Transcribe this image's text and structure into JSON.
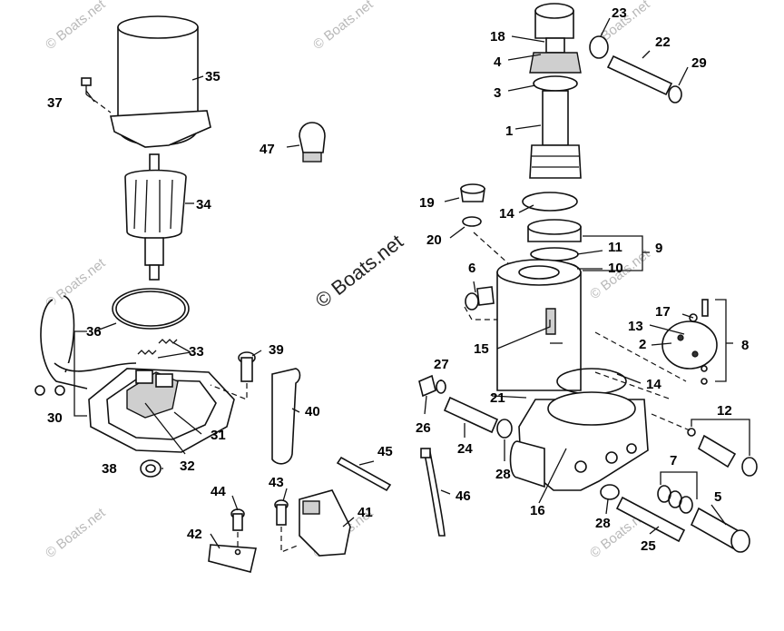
{
  "watermarks": {
    "main": "© Boats.net",
    "tile": "© Boats.net"
  },
  "callouts": [
    {
      "label": "23"
    },
    {
      "label": "18"
    },
    {
      "label": "22"
    },
    {
      "label": "4"
    },
    {
      "label": "29"
    },
    {
      "label": "3"
    },
    {
      "label": "35"
    },
    {
      "label": "37"
    },
    {
      "label": "1"
    },
    {
      "label": "47"
    },
    {
      "label": "34"
    },
    {
      "label": "19"
    },
    {
      "label": "14"
    },
    {
      "label": "20"
    },
    {
      "label": "9"
    },
    {
      "label": "11"
    },
    {
      "label": "10"
    },
    {
      "label": "6"
    },
    {
      "label": "36"
    },
    {
      "label": "17"
    },
    {
      "label": "13"
    },
    {
      "label": "8"
    },
    {
      "label": "2"
    },
    {
      "label": "15"
    },
    {
      "label": "33"
    },
    {
      "label": "39"
    },
    {
      "label": "27"
    },
    {
      "label": "14"
    },
    {
      "label": "21"
    },
    {
      "label": "40"
    },
    {
      "label": "26"
    },
    {
      "label": "31"
    },
    {
      "label": "12"
    },
    {
      "label": "30"
    },
    {
      "label": "24"
    },
    {
      "label": "45"
    },
    {
      "label": "38"
    },
    {
      "label": "32"
    },
    {
      "label": "28"
    },
    {
      "label": "7"
    },
    {
      "label": "16"
    },
    {
      "label": "5"
    },
    {
      "label": "43"
    },
    {
      "label": "44"
    },
    {
      "label": "46"
    },
    {
      "label": "41"
    },
    {
      "label": "28"
    },
    {
      "label": "42"
    },
    {
      "label": "25"
    }
  ]
}
